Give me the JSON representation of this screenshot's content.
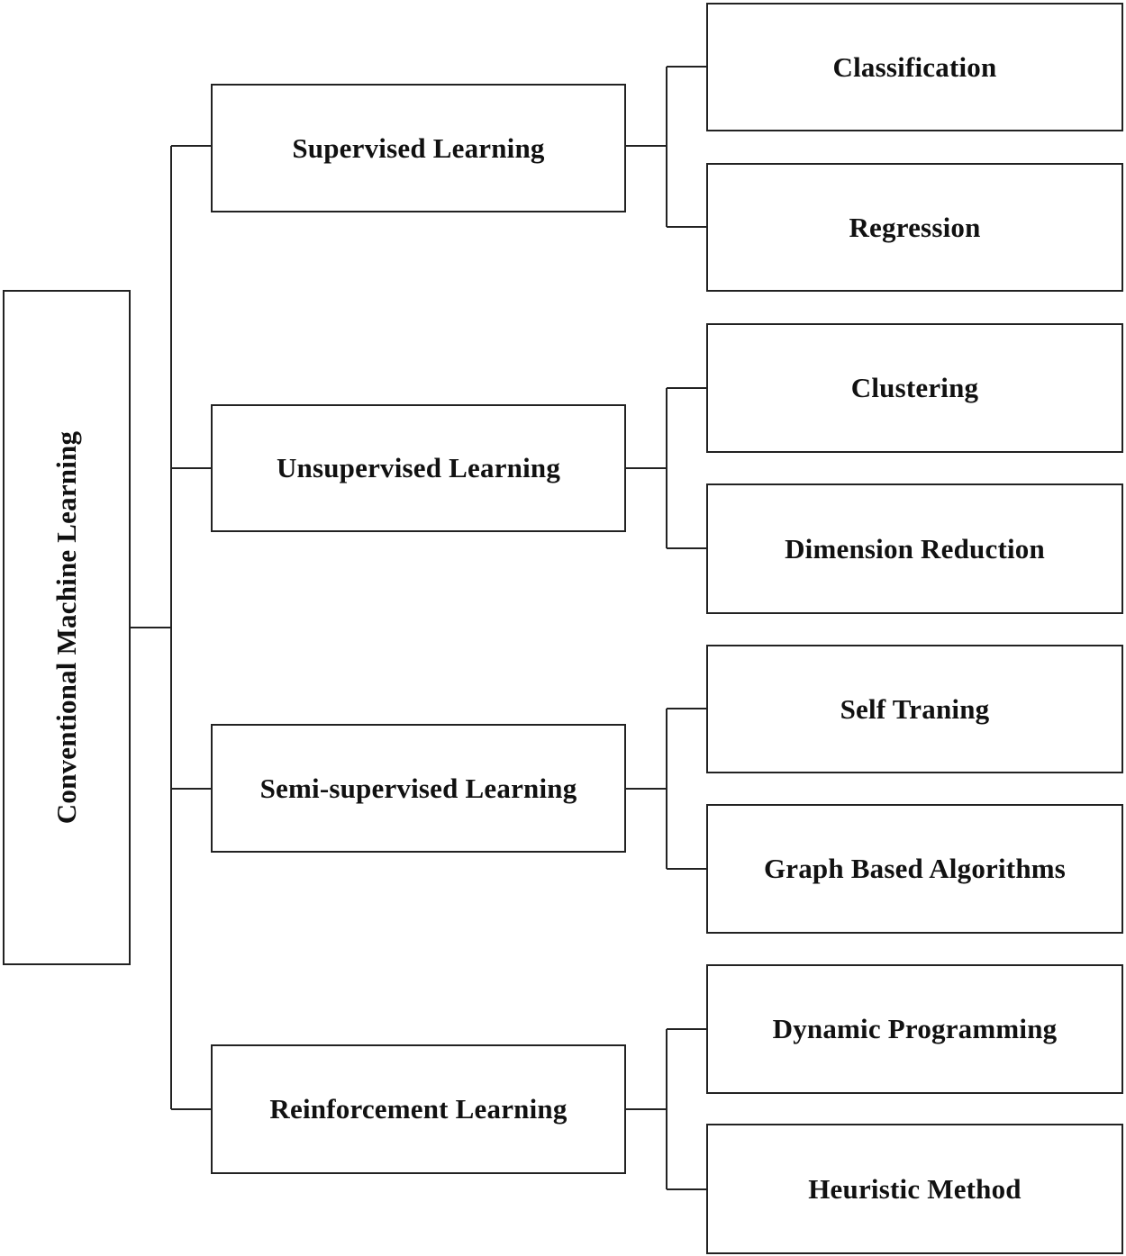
{
  "root": {
    "label": "Conventional Machine Learning"
  },
  "categories": [
    {
      "label": "Supervised Learning",
      "children": [
        "Classification",
        "Regression"
      ]
    },
    {
      "label": "Unsupervised Learning",
      "children": [
        "Clustering",
        "Dimension Reduction"
      ]
    },
    {
      "label": "Semi-supervised Learning",
      "children": [
        "Self Traning",
        "Graph Based Algorithms"
      ]
    },
    {
      "label": "Reinforcement Learning",
      "children": [
        "Dynamic Programming",
        "Heuristic Method"
      ]
    }
  ],
  "colors": {
    "line": "#222222",
    "text": "#111111",
    "background": "#ffffff"
  }
}
